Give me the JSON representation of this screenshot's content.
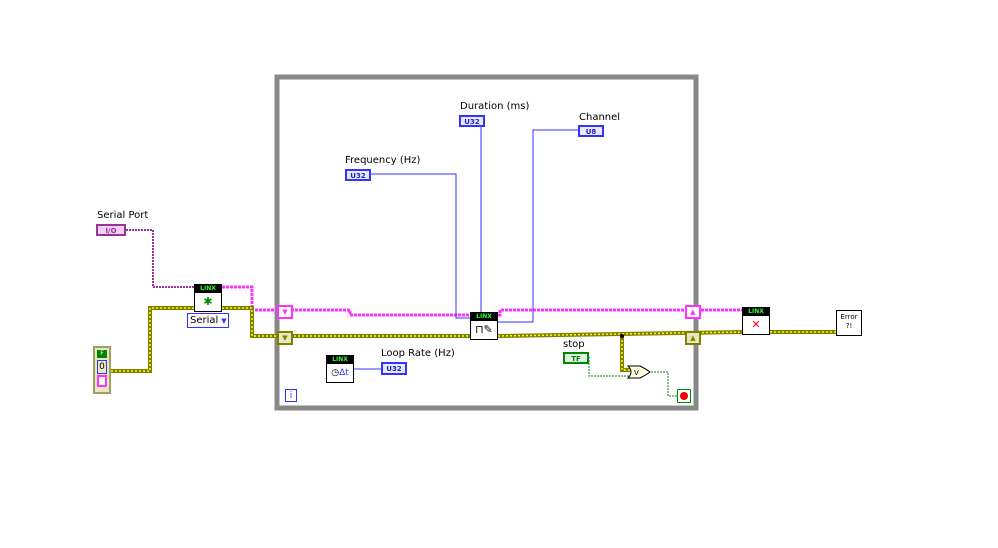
{
  "controls": {
    "serial_port": {
      "label": "Serial Port",
      "type": "I/O"
    },
    "frequency": {
      "label": "Frequency (Hz)",
      "type": "U32"
    },
    "duration": {
      "label": "Duration (ms)",
      "type": "U32"
    },
    "channel": {
      "label": "Channel",
      "type": "U8"
    },
    "loop_rate": {
      "label": "Loop Rate (Hz)",
      "type": "U32"
    },
    "stop": {
      "label": "stop",
      "type": "TF"
    }
  },
  "nodes": {
    "linx_header": "LINX",
    "serial_option": "Serial",
    "error_text": "Error ?!",
    "or_symbol": "V",
    "iteration": "i",
    "delta_t": "Δt"
  },
  "error_cluster": {
    "status": "F",
    "code": "0"
  },
  "colors": {
    "refnum": "#ff33ff",
    "error": "#808000",
    "numeric": "#3333ff",
    "boolean": "#008000",
    "frame": "#888888"
  }
}
